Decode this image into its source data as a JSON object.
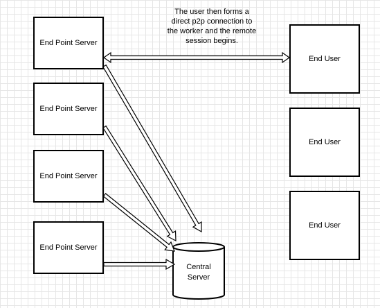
{
  "annotation": "The user then forms a\ndirect p2p connection to\nthe worker and the remote\nsession begins.",
  "servers": [
    {
      "label": "End Point Server"
    },
    {
      "label": "End Point Server"
    },
    {
      "label": "End Point Server"
    },
    {
      "label": "End Point Server"
    }
  ],
  "users": [
    {
      "label": "End User"
    },
    {
      "label": "End User"
    },
    {
      "label": "End User"
    }
  ],
  "central": {
    "label": "Central\nServer"
  }
}
